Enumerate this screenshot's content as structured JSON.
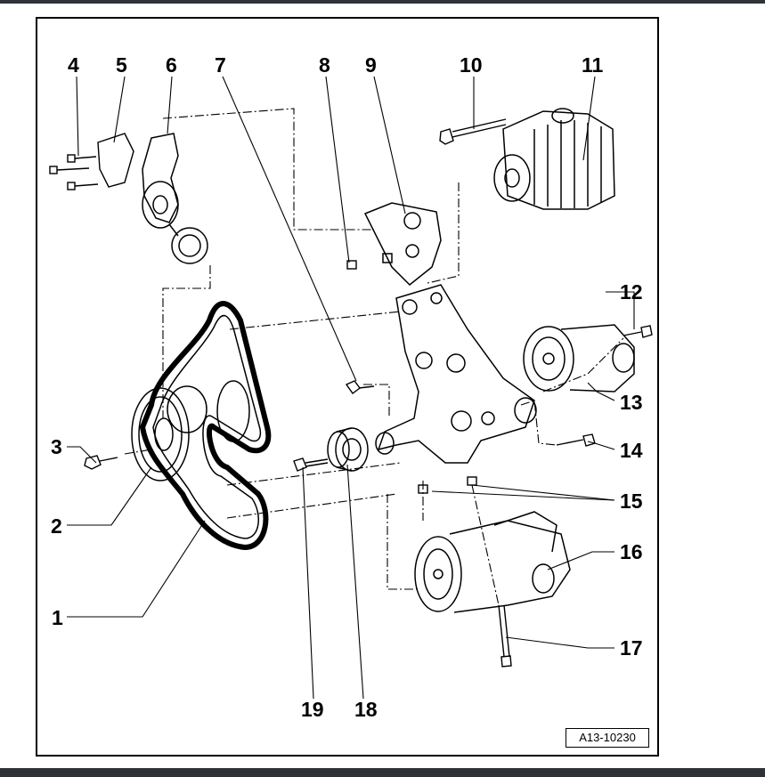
{
  "diagram": {
    "callouts": [
      "1",
      "2",
      "3",
      "4",
      "5",
      "6",
      "7",
      "8",
      "9",
      "10",
      "11",
      "12",
      "13",
      "14",
      "15",
      "16",
      "17",
      "18",
      "19"
    ],
    "figure_id": "A13-10230"
  }
}
